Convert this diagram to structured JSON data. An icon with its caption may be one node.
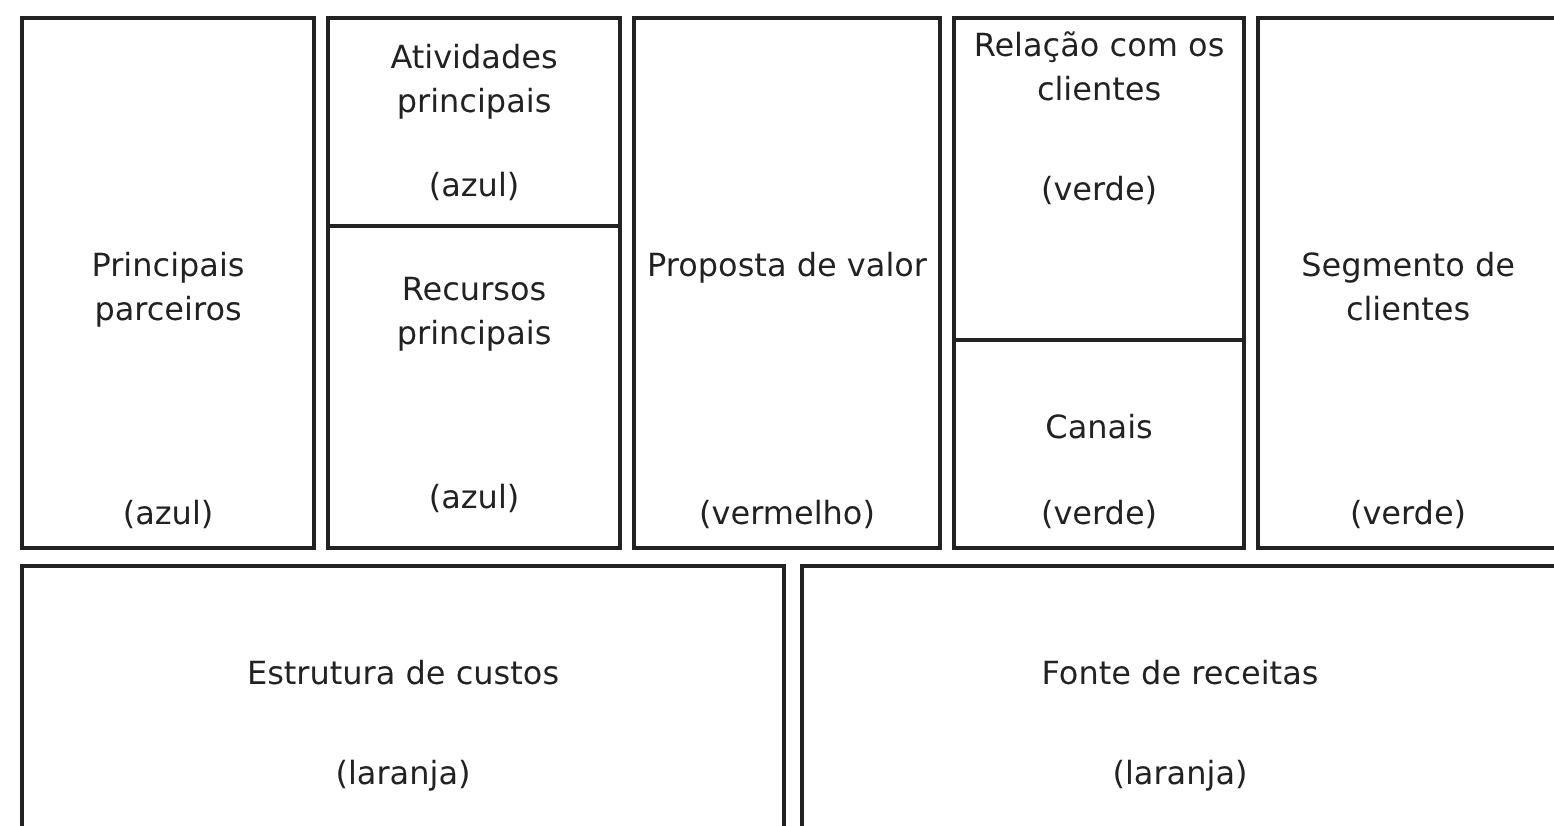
{
  "diagram": {
    "nodes": [
      {
        "text": [
          "Principais parceiros",
          "(azul)"
        ]
      },
      {
        "text": [
          "Atividades principais",
          "(azul)"
        ]
      },
      {
        "text": [
          "Recursos principais",
          "(azul)"
        ]
      },
      {
        "text": [
          "Proposta de valor",
          "(vermelho)"
        ]
      },
      {
        "text": [
          "Relação com os clientes",
          "(verde)"
        ]
      },
      {
        "text": [
          "Canais",
          "(verde)"
        ]
      },
      {
        "text": [
          "Segmento de clientes",
          "(verde)"
        ]
      },
      {
        "text": [
          "Estrutura de custos",
          "(laranja)"
        ]
      },
      {
        "text": [
          "Fonte de receitas",
          "(laranja)"
        ]
      }
    ],
    "edges": []
  }
}
